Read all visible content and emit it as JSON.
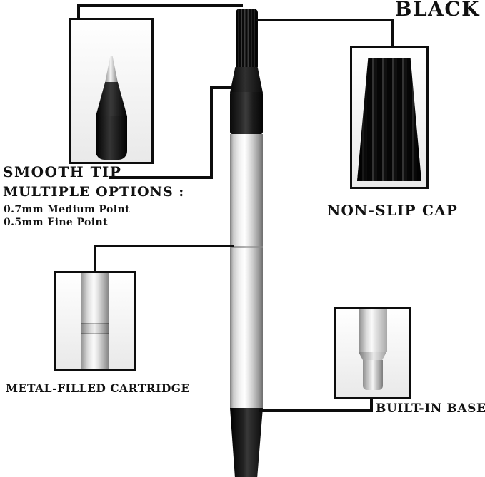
{
  "product": {
    "color_label": "BLACK"
  },
  "callouts": [
    {
      "id": "smooth-tip",
      "label": "SMOOTH TIP"
    },
    {
      "id": "non-slip-cap",
      "label": "NON-SLIP CAP"
    },
    {
      "id": "metal-filled-cartridge",
      "label": "METAL-FILLED CARTRIDGE"
    },
    {
      "id": "built-in-base",
      "label": "BUILT-IN BASE"
    }
  ],
  "options": {
    "heading": "MULTIPLE OPTIONS :",
    "items": [
      "0.7mm Medium Point",
      "0.5mm Fine Point"
    ]
  },
  "colors": {
    "line": "#0d0d0d",
    "text": "#111111",
    "pen_black": "#0a0a0a",
    "silver_highlight": "#ffffff",
    "silver_shadow": "#7f7f7f",
    "inset_background": "#f2f2f2"
  }
}
